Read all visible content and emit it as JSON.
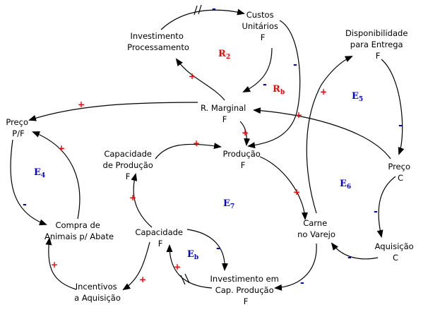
{
  "diagram": {
    "nodes": {
      "investimento_processamento": [
        "Investimento",
        "Processamento"
      ],
      "custos_unitarios": [
        "Custos",
        "Unitários",
        "F"
      ],
      "disponibilidade_entrega": [
        "Disponibilidade",
        "para Entrega",
        "F"
      ],
      "r_marginal": [
        "R. Marginal",
        "F"
      ],
      "preco_pf": [
        "Preço",
        "P/F"
      ],
      "capacidade_producao": [
        "Capacidade",
        "de Produção",
        "F"
      ],
      "producao": [
        "Produção",
        "F"
      ],
      "preco_c": [
        "Preço",
        "C"
      ],
      "compra_animais": [
        "Compra de",
        "Animais p/ Abate"
      ],
      "capacidade": [
        "Capacidade",
        "F"
      ],
      "carne_varejo": [
        "Carne",
        "no Varejo"
      ],
      "aquisicao": [
        "Aquisição",
        "C"
      ],
      "incentivos": [
        "Incentivos",
        "a Aquisição"
      ],
      "investimento_cap": [
        "Investimento em",
        "Cap. Produção",
        "F"
      ]
    },
    "loops": {
      "r2": {
        "letter": "R",
        "sub": "2",
        "color": "#ff0000"
      },
      "rb": {
        "letter": "R",
        "sub": "b",
        "color": "#ff0000"
      },
      "e4": {
        "letter": "E",
        "sub": "4",
        "color": "#0000cc"
      },
      "e5": {
        "letter": "E",
        "sub": "5",
        "color": "#0000cc"
      },
      "e6": {
        "letter": "E",
        "sub": "6",
        "color": "#0000cc"
      },
      "e7": {
        "letter": "E",
        "sub": "7",
        "color": "#0000cc"
      },
      "eb": {
        "letter": "E",
        "sub": "b",
        "color": "#0000cc"
      }
    },
    "polarity": {
      "plus": "+",
      "minus": "-"
    }
  }
}
